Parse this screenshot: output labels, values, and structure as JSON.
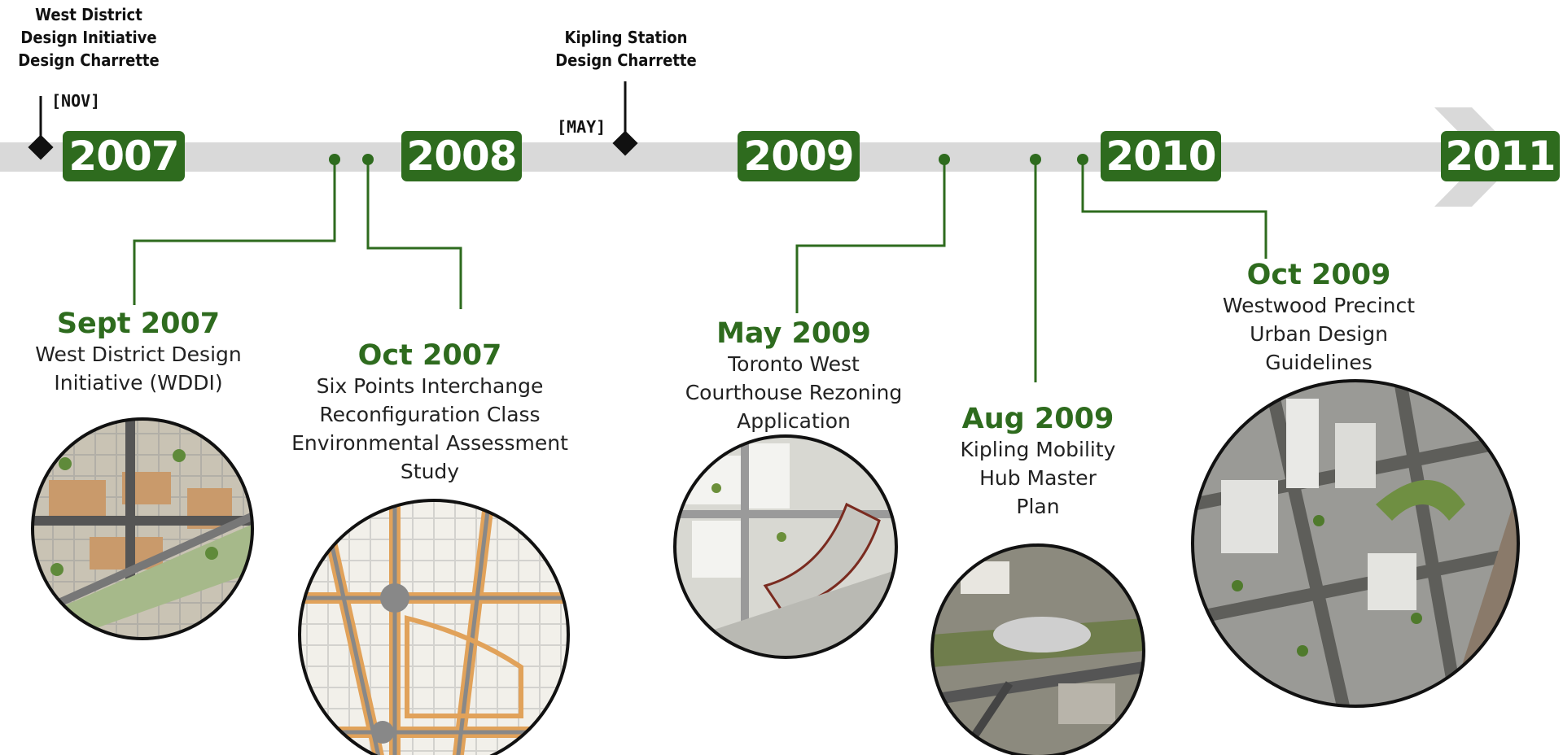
{
  "years": [
    "2007",
    "2008",
    "2009",
    "2010",
    "2011"
  ],
  "milestones": [
    {
      "label": "West District\nDesign Initiative\nDesign Charrette",
      "month": "[NOV]"
    },
    {
      "label": "Kipling Station\nDesign Charrette",
      "month": "[MAY]"
    }
  ],
  "events": [
    {
      "date": "Sept 2007",
      "description": "West District Design\nInitiative (WDDI)",
      "image": "site-plan-rendering"
    },
    {
      "date": "Oct 2007",
      "description": "Six Points Interchange\nReconfiguration Class\nEnvironmental Assessment\nStudy",
      "image": "road-network-plan"
    },
    {
      "date": "May 2009",
      "description": "Toronto West\nCourthouse Rezoning\nApplication",
      "image": "courthouse-site-rendering"
    },
    {
      "date": "Aug 2009",
      "description": "Kipling Mobility\nHub Master\nPlan",
      "image": "aerial-photo"
    },
    {
      "date": "Oct 2009",
      "description": "Westwood Precinct\nUrban Design\nGuidelines",
      "image": "precinct-3d-rendering"
    }
  ],
  "colors": {
    "accent": "#2e6b1e",
    "band": "#d9d9d9",
    "marker": "#111111"
  }
}
